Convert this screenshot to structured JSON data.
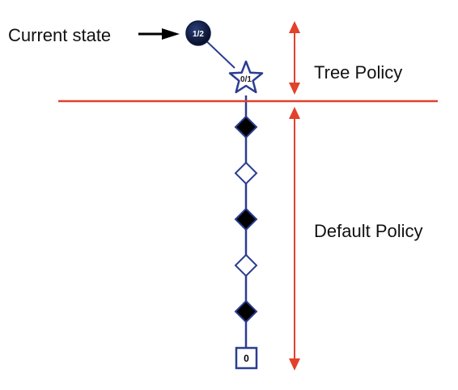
{
  "labels": {
    "current_state": "Current state",
    "tree_policy": "Tree Policy",
    "default_policy": "Default Policy"
  },
  "nodes": {
    "root": "1/2",
    "expanded": "0/1",
    "terminal": "0"
  },
  "rollout_moves": [
    "black",
    "white",
    "black",
    "white",
    "black"
  ],
  "colors": {
    "tree_line": "#2b3d92",
    "separator": "#e2412b",
    "node_dark": "#0d1c44",
    "black_move": "#000000",
    "white_move": "#ffffff"
  }
}
